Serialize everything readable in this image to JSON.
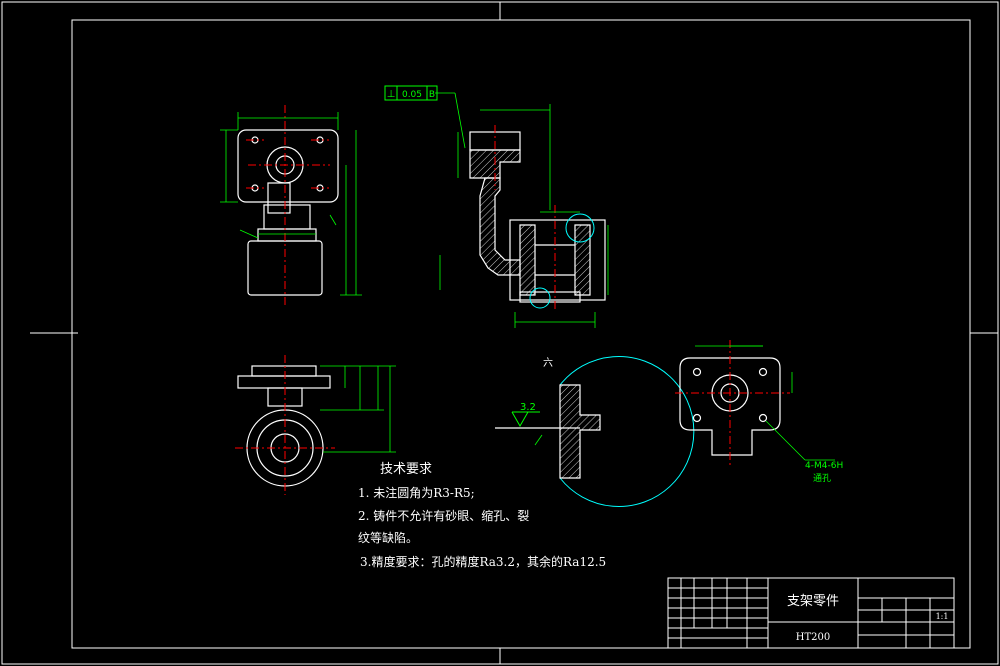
{
  "tolerance_frame": {
    "symbol": "⊥",
    "value": "0.05",
    "datum": "B"
  },
  "section_label": "六",
  "detail_note": "3.2",
  "hole_note": "4-M4-6H",
  "hole_note_2": "通孔",
  "tech_requirements": {
    "title": "技术要求",
    "line1": "1.   未注圆角为R3-R5;",
    "line2": "2.   铸件不允许有砂眼、缩孔、裂",
    "line3": "纹等缺陷。",
    "line4": "3.精度要求：孔的精度Ra3.2，其余的Ra12.5"
  },
  "title_block": {
    "part_name": "支架零件",
    "material": "HT200",
    "scale": "1:1"
  },
  "colors": {
    "frame": "#ffffff",
    "geometry": "#ffffff",
    "dimension": "#00ff00",
    "center": "#ff0000",
    "circle": "#00ffff"
  }
}
